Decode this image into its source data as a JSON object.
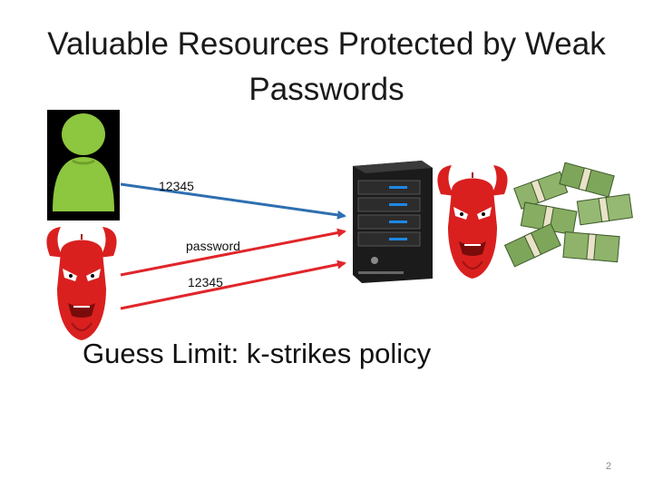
{
  "slide": {
    "title_line1": "Valuable Resources Protected by Weak",
    "title_line2": "Passwords",
    "label_user_password": "12345",
    "label_attacker_guess_1": "password",
    "label_attacker_guess_2": "12345",
    "policy_text": "Guess Limit: k-strikes policy",
    "page_number": "2"
  },
  "colors": {
    "user_arrow": "#2e6fb0",
    "attacker_arrow": "#e0262b",
    "user_icon": "#8dc63f",
    "devil": "#d9201f",
    "money": "#6e9a4a"
  },
  "icons": [
    "user-icon",
    "attacker-devil-icon",
    "server-icon",
    "thief-devil-icon",
    "money-icon"
  ]
}
